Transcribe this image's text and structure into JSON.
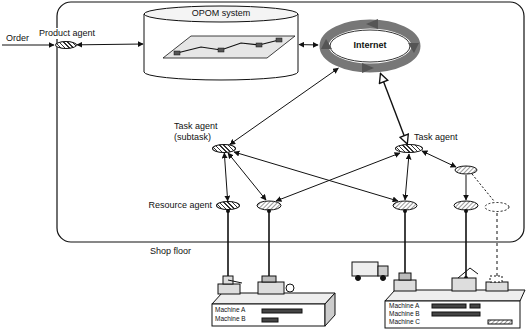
{
  "diagram": {
    "nodes": [
      {
        "text": [
          "Product agent"
        ]
      },
      {
        "text": [
          "OPOM system"
        ]
      },
      {
        "text": [
          "Internet"
        ]
      },
      {
        "text": [
          "Task agent (subtask)"
        ]
      },
      {
        "text": [
          "Task agent"
        ]
      },
      {
        "text": [
          "Resource agent"
        ]
      }
    ],
    "edges": [
      {
        "from": 0,
        "to": 1,
        "arrow": "both"
      },
      {
        "from": 1,
        "to": 2,
        "arrow": "both"
      },
      {
        "from": 2,
        "to": 3,
        "arrow": "both"
      },
      {
        "from": 2,
        "to": 4,
        "arrow": "both"
      },
      {
        "from": 3,
        "to": 5,
        "arrow": "both"
      }
    ],
    "labels": [
      "Order",
      "Shop floor",
      "Machine A",
      "Machine B",
      "Machine A",
      "Machine B",
      "Machine C"
    ]
  }
}
